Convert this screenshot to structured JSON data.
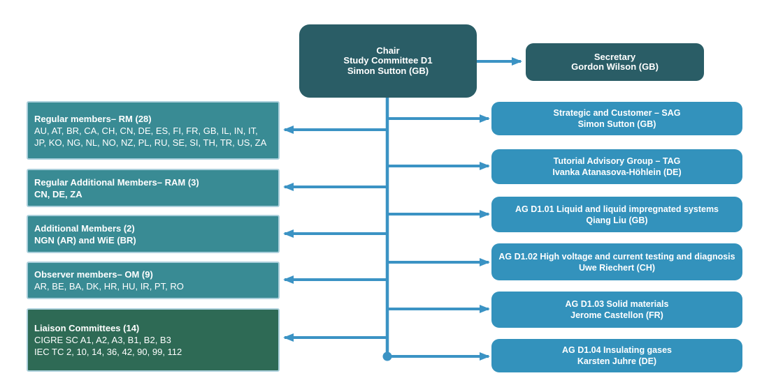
{
  "title": "Study Committee D1 organisation chart",
  "colors": {
    "background": "#FFFFFF",
    "executive_box_fill": "#2A5D66",
    "member_box_fill": "#398B94",
    "member_box_border": "#AACFDB",
    "liaison_box_fill": "#2E6A55",
    "working_group_box_fill": "#3392BC",
    "connector": "#3B93C4",
    "text": "#FFFFFF"
  },
  "chair": {
    "role": "Chair",
    "committee": "Study Committee D1",
    "name": "Simon Sutton (GB)"
  },
  "secretary": {
    "role": "Secretary",
    "name": "Gordon Wilson (GB)"
  },
  "left_boxes": [
    {
      "id": "regular-members",
      "title": "Regular members– RM (28)",
      "lines": [
        "AU, AT, BR, CA, CH, CN, DE, ES, FI, FR, GB, IL, IN, IT, JP, KO, NG, NL, NO, NZ, PL, RU, SE, SI, TH, TR, US, ZA"
      ]
    },
    {
      "id": "regular-additional-members",
      "title": "Regular Additional Members– RAM (3)",
      "lines": [
        "CN, DE, ZA"
      ]
    },
    {
      "id": "additional-members",
      "title": "Additional Members (2)",
      "lines": [
        "NGN (AR) and WiE (BR)"
      ]
    },
    {
      "id": "observer-members",
      "title": "Observer members– OM (9)",
      "lines": [
        "AR, BE, BA, DK, HR, HU, IR, PT, RO"
      ]
    },
    {
      "id": "liaison-committees",
      "title": "Liaison Committees (14)",
      "lines": [
        "CIGRE SC A1, A2, A3, B1, B2, B3",
        "IEC TC 2, 10, 14, 36, 42, 90, 99, 112"
      ]
    }
  ],
  "right_boxes": [
    {
      "id": "sag",
      "group": "Strategic and Customer – SAG",
      "name": "Simon Sutton (GB)"
    },
    {
      "id": "tag",
      "group": "Tutorial Advisory Group – TAG",
      "name": "Ivanka Atanasova-Höhlein (DE)"
    },
    {
      "id": "ag-d1-01",
      "group": "AG D1.01 Liquid and liquid impregnated systems",
      "name": "Qiang Liu (GB)"
    },
    {
      "id": "ag-d1-02",
      "group": "AG D1.02 High voltage and current testing and diagnosis",
      "name": "Uwe Riechert (CH)"
    },
    {
      "id": "ag-d1-03",
      "group": "AG D1.03 Solid materials",
      "name": "Jerome Castellon (FR)"
    },
    {
      "id": "ag-d1-04",
      "group": "AG D1.04 Insulating gases",
      "name": "Karsten Juhre (DE)"
    }
  ]
}
